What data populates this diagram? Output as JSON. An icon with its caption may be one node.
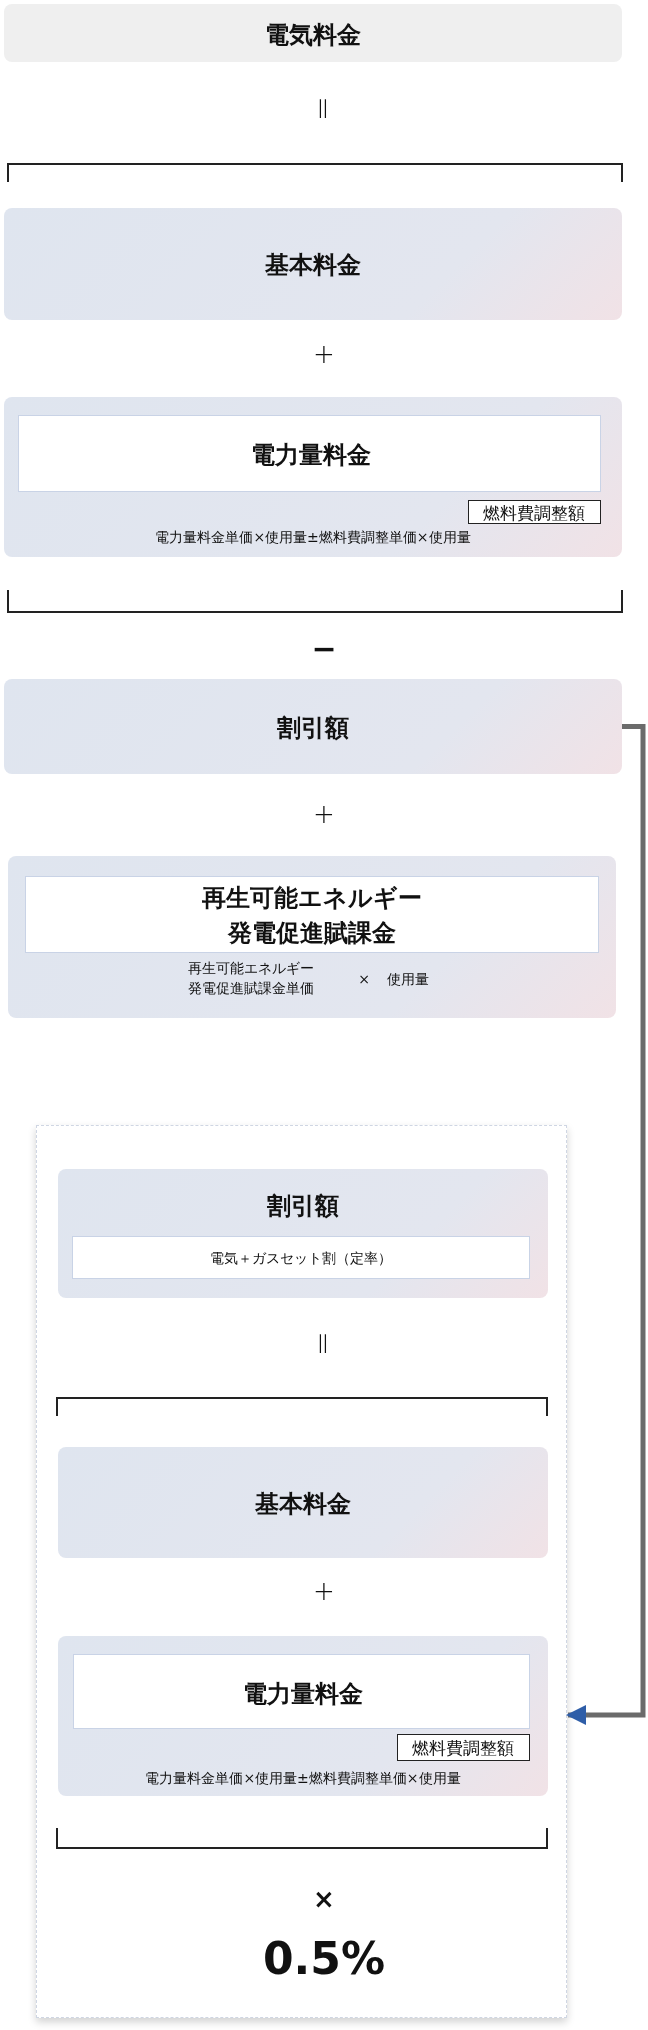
{
  "diagram": {
    "nodes": [
      {
        "text": [
          "電気料金"
        ]
      },
      {
        "text": [
          "基本料金"
        ]
      },
      {
        "text": [
          "電力量料金単価×使用量±燃料費調整単価×使用量"
        ]
      },
      {
        "text": [
          "電力量料金"
        ],
        "in": 2
      },
      {
        "text": [
          "燃料費調整額"
        ],
        "in": 2
      },
      {
        "text": [
          "割引額"
        ]
      },
      {
        "text": [
          "再生可能エネルギー発電促進賦課金単価",
          "×",
          "使用量"
        ]
      },
      {
        "text": [
          "再生可能エネルギー発電促進賦課金"
        ],
        "in": 6
      },
      {
        "text": [],
        "shape": "box"
      },
      {
        "text": [
          "割引額"
        ],
        "in": 8
      },
      {
        "text": [
          "電気＋ガスセット割（定率）"
        ],
        "in": 9
      },
      {
        "text": [
          "基本料金"
        ],
        "in": 8
      },
      {
        "text": [
          "電力量料金単価×使用量±燃料費調整単価×使用量"
        ],
        "in": 8
      },
      {
        "text": [
          "電力量料金"
        ],
        "in": 12
      },
      {
        "text": [
          "燃料費調整額"
        ],
        "in": 12
      }
    ],
    "edges": [
      {
        "from": 5,
        "to": 8,
        "arrow": "to"
      }
    ],
    "labels": [
      "=",
      "+",
      "−",
      "+",
      "=",
      "+",
      "×",
      "0.5%"
    ]
  }
}
